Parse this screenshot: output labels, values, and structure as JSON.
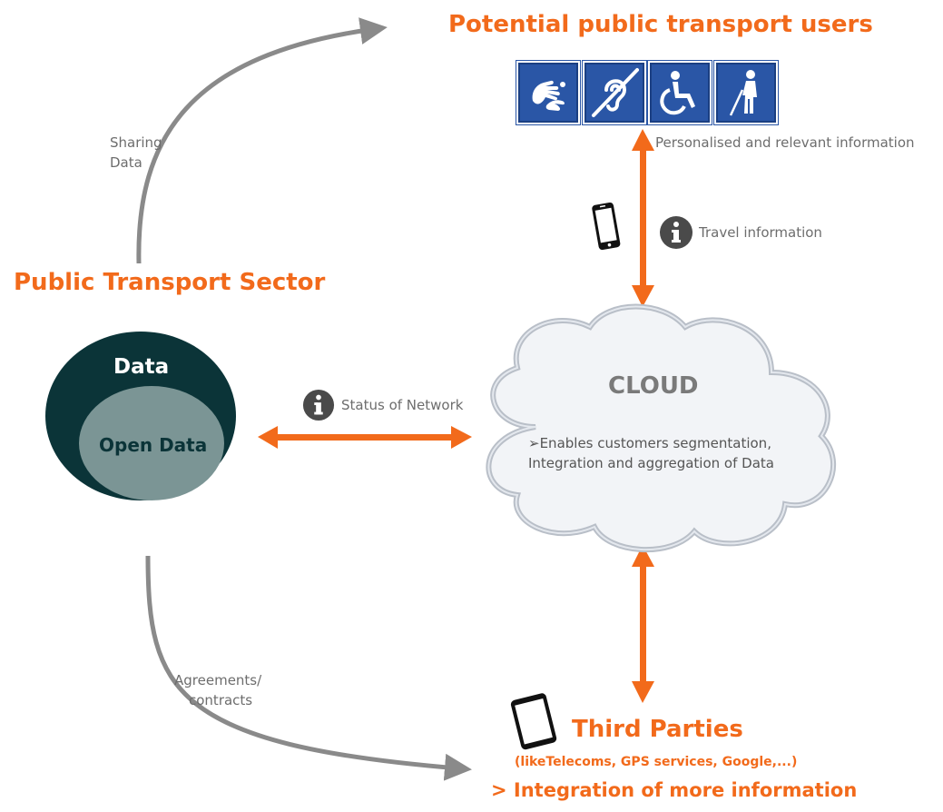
{
  "titles": {
    "potential_users": "Potential public transport users",
    "public_transport_sector": "Public Transport Sector",
    "third_parties": "Third Parties",
    "third_parties_examples": "(likeTelecoms, GPS services, Google,...)",
    "integration_more_info": "> Integration of more information"
  },
  "labels": {
    "sharing_data_line1": "Sharing",
    "sharing_data_line2": "Data",
    "personalised_info": "Personalised and relevant information",
    "travel_information": "Travel information",
    "status_of_network": "Status of Network",
    "agreements_line1": "Agreements/",
    "agreements_line2": "contracts"
  },
  "data_circle": {
    "outer_label": "Data",
    "inner_label": "Open Data"
  },
  "cloud": {
    "title": "CLOUD",
    "line1": "Enables customers segmentation,",
    "line2": "Integration and aggregation of Data",
    "bullet": "➢"
  },
  "icons": [
    "sign-language-icon",
    "hearing-impaired-icon",
    "wheelchair-icon",
    "blind-person-icon",
    "smartphone-icon",
    "tablet-icon",
    "info-icon"
  ],
  "colors": {
    "accent_orange": "#f26a1b",
    "gray_arrow": "#8a8a8a",
    "data_dark": "#0b3438",
    "open_data": "#7b9595",
    "sign_blue": "#2a56a6"
  }
}
